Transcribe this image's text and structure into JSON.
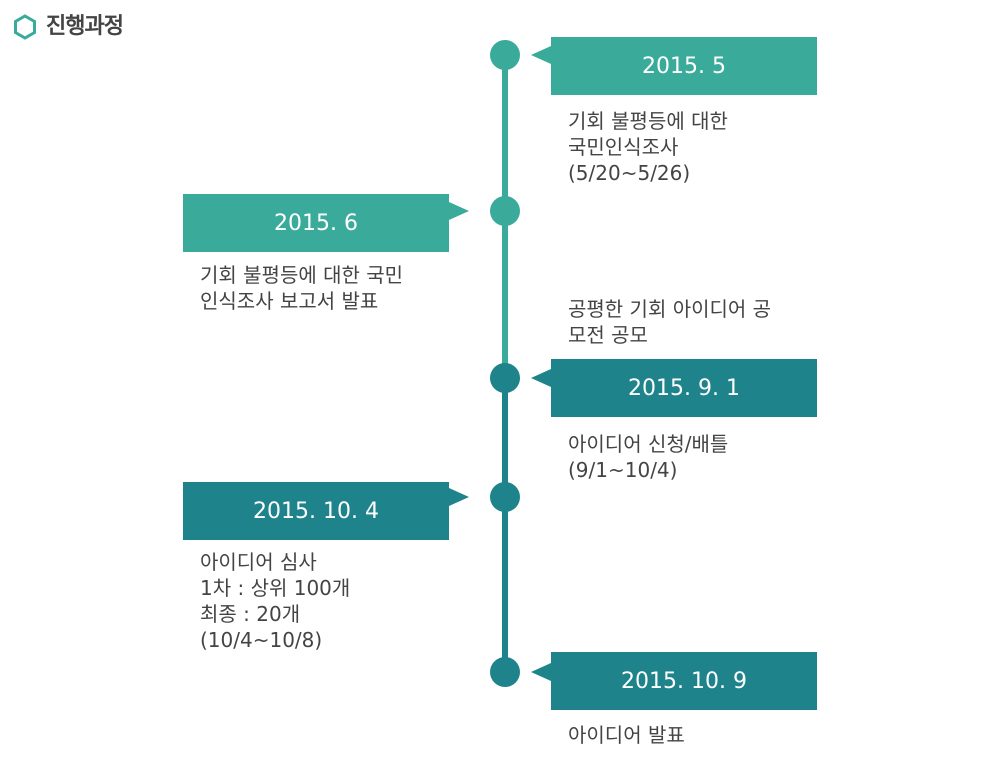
{
  "title": "진행과정",
  "colors": {
    "light_teal": "#3aab9a",
    "dark_teal": "#1f838c",
    "icon": "#3aab9a"
  },
  "events": [
    {
      "date": "2015. 5",
      "lines": [
        "기회 불평등에 대한",
        "국민인식조사",
        "(5/20~5/26)"
      ]
    },
    {
      "date": "2015. 6",
      "lines": [
        "기회 불평등에 대한 국민",
        "인식조사 보고서 발표"
      ]
    },
    {
      "date": "2015. 9. 1",
      "above_lines": [
        "공평한 기회 아이디어 공",
        "모전 공모"
      ],
      "lines": [
        "아이디어 신청/배틀",
        "(9/1~10/4)"
      ]
    },
    {
      "date": "2015. 10. 4",
      "lines": [
        "아이디어 심사",
        "1차 : 상위 100개",
        "최종 : 20개",
        "(10/4~10/8)"
      ]
    },
    {
      "date": "2015. 10. 9",
      "lines": [
        "아이디어 발표"
      ]
    }
  ]
}
